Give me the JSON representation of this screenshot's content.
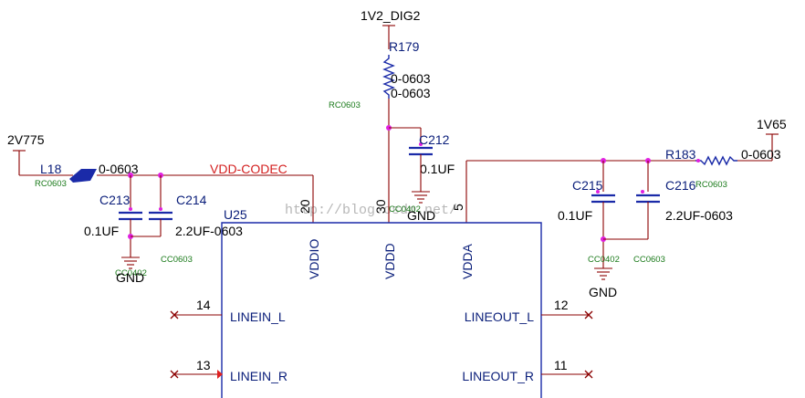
{
  "watermark": "http://blog.csdn.net/",
  "power_rails": {
    "v_dig": "1V2_DIG2",
    "v_2v775": "2V775",
    "v_1v65": "1V65",
    "net_vdd_codec": "VDD-CODEC"
  },
  "components": {
    "r179": {
      "ref": "R179",
      "value1": "0-0603",
      "value2": "0-0603",
      "package": "RC0603"
    },
    "c212": {
      "ref": "C212",
      "value": "0.1UF",
      "package": "CC0402",
      "gnd": "GND"
    },
    "l18": {
      "ref": "L18",
      "value": "0-0603",
      "package": "RC0603"
    },
    "c213": {
      "ref": "C213",
      "value": "0.1UF",
      "package": "CC0402",
      "gnd": "GND"
    },
    "c214": {
      "ref": "C214",
      "value": "2.2UF-0603",
      "package": "CC0603"
    },
    "r183": {
      "ref": "R183",
      "value": "0-0603",
      "package": "RC0603"
    },
    "c215": {
      "ref": "C215",
      "value": "0.1UF",
      "package": "CC0402",
      "gnd": "GND"
    },
    "c216": {
      "ref": "C216",
      "value": "2.2UF-0603",
      "package": "CC0603"
    }
  },
  "ic": {
    "ref": "U25",
    "power_pins": [
      {
        "name": "VDDIO",
        "number": "20"
      },
      {
        "name": "VDDD",
        "number": "30"
      },
      {
        "name": "VDDA",
        "number": "5"
      }
    ],
    "left_pins": [
      {
        "name": "LINEIN_L",
        "number": "14"
      },
      {
        "name": "LINEIN_R",
        "number": "13"
      }
    ],
    "right_pins": [
      {
        "name": "LINEOUT_L",
        "number": "12"
      },
      {
        "name": "LINEOUT_R",
        "number": "11"
      }
    ]
  },
  "colors": {
    "wire": "#8b0000",
    "component": "#1a2aa8",
    "junction": "#e020e0",
    "net_label": "#d42020",
    "package_label": "#1a7a1a"
  }
}
